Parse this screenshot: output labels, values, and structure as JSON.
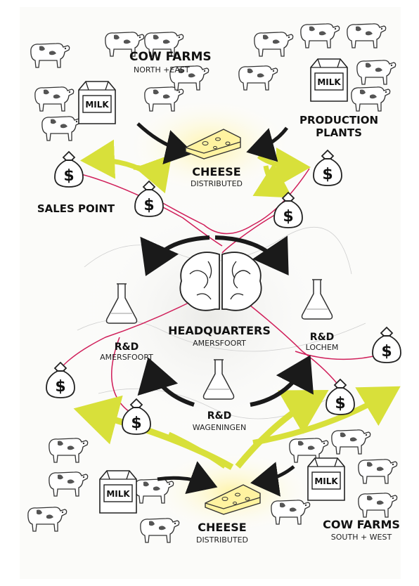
{
  "labels": {
    "cow_farms_ne": {
      "title": "COW FARMS",
      "sub": "NORTH +EAST"
    },
    "production_plants": {
      "line1": "PRODUCTION",
      "line2": "PLANTS"
    },
    "cheese_top": {
      "title": "CHEESE",
      "sub": "DISTRIBUTED"
    },
    "sales_point": "SALES POINT",
    "headquarters": {
      "title": "HEADQUARTERS",
      "sub": "AMERSFOORT"
    },
    "rd_amersfoort": {
      "title": "R&D",
      "sub": "AMERSFOORT"
    },
    "rd_lochem": {
      "title": "R&D",
      "sub": "LOCHEM"
    },
    "rd_wageningen": {
      "title": "R&D",
      "sub": "WAGENINGEN"
    },
    "cheese_bottom": {
      "title": "CHEESE",
      "sub": "DISTRIBUTED"
    },
    "cow_farms_sw": {
      "title": "COW FARMS",
      "sub": "SOUTH + WEST"
    }
  },
  "icons": {
    "milk": "MILK",
    "money": "$"
  },
  "colors": {
    "arrow_black": "#1a1a1a",
    "arrow_yellow": "#d8e03a",
    "line_pink": "#d01f5a",
    "glow": "#fff6a8",
    "cheese_fill": "#fff3a0"
  }
}
